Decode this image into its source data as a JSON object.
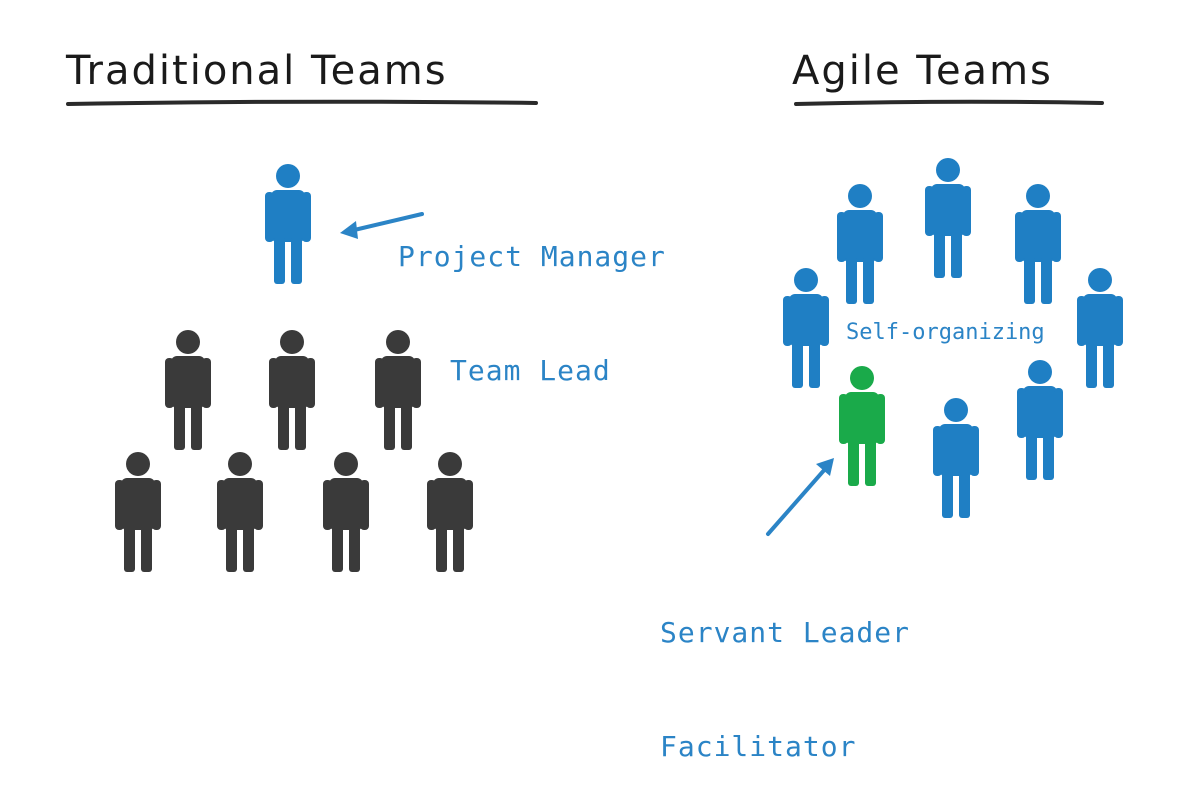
{
  "headings": {
    "traditional": "Traditional Teams",
    "agile": "Agile Teams"
  },
  "labels": {
    "project_manager": "Project Manager",
    "team_lead": "Team Lead",
    "self_organizing": "Self-organizing",
    "servant_leader": "Servant Leader",
    "facilitator": "Facilitator"
  },
  "colors": {
    "leader_blue": "#1f7fc4",
    "label_blue": "#2b84c6",
    "member_dark": "#3a3a3a",
    "servant_green": "#1aaa4a",
    "heading_ink": "#1a1a1a"
  }
}
